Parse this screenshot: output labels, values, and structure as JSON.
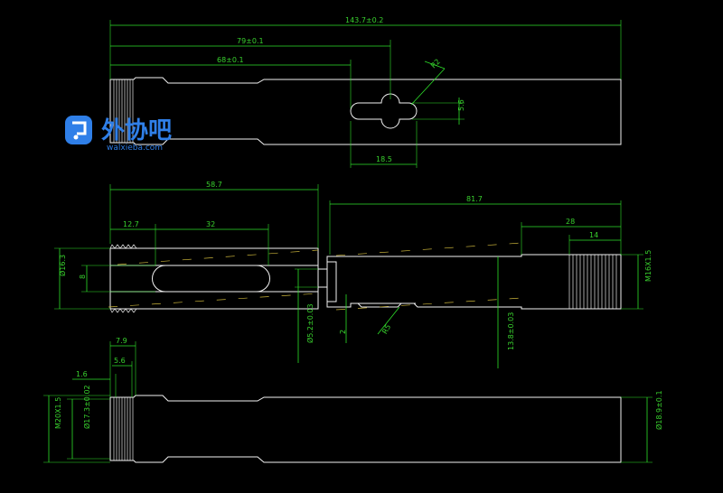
{
  "watermark": {
    "brand": "外协吧",
    "url": "walxieba.com",
    "colors": {
      "brand": "#2f7fe8"
    }
  },
  "colors": {
    "background": "#000000",
    "dimension": "#39d12e",
    "outline": "#f2f2f2",
    "hatch": "#c9b33a"
  },
  "top_view": {
    "dim_overall": "143.7±0.2",
    "dim_79": "79±0.1",
    "dim_68": "68±0.1",
    "dim_r": "R2",
    "dim_56": "5.6",
    "dim_185": "18.5"
  },
  "section_view": {
    "dim_587": "58.7",
    "dim_817": "81.7",
    "dim_127": "12.7",
    "dim_32": "32",
    "dim_28": "28",
    "dim_14": "14",
    "dim_d163": "Ø16.3",
    "dim_8": "8",
    "dim_m16": "M16X1.5",
    "dim_d52": "Ø5.2±0.03",
    "dim_2": "2",
    "dim_r5": "R5",
    "dim_138": "13.8±0.03"
  },
  "bottom_view": {
    "dim_79": "7.9",
    "dim_16": "1.6",
    "dim_56": "5.6",
    "dim_m20": "M20X1.5",
    "dim_d173": "Ø17.3±0.02",
    "dim_d189": "Ø18.9±0.1"
  }
}
